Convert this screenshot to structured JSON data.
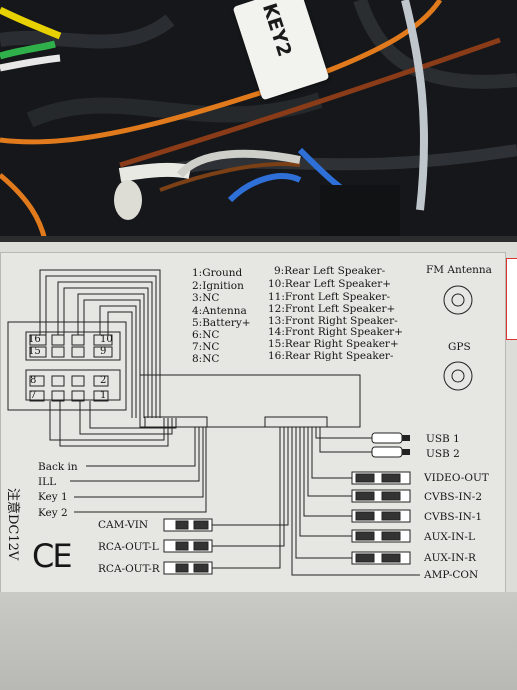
{
  "tag": {
    "text": "KEY2"
  },
  "pin_list": [
    "1:Ground",
    "2:Ignition",
    "3:NC",
    "4:Antenna",
    "5:Battery+",
    "6:NC",
    "7:NC",
    "8:NC",
    "9:Rear Left Speaker-",
    "10:Rear Left Speaker+",
    "11:Front Left Speaker-",
    "12:Front Left Speaker+",
    "13:Front Right Speaker-",
    "14:Front Right Speaker+",
    "15:Rear Right Speaker+",
    "16:Rear Right Speaker-"
  ],
  "connector_pins": [
    "16",
    "15",
    "8",
    "7",
    "10",
    "9",
    "2",
    "1"
  ],
  "right_labels": {
    "fm_antenna": "FM Antenna",
    "gps": "GPS",
    "usb1": "USB 1",
    "usb2": "USB 2",
    "video_out": "VIDEO-OUT",
    "cvbs_in_2": "CVBS-IN-2",
    "cvbs_in_1": "CVBS-IN-1",
    "aux_in_l": "AUX-IN-L",
    "aux_in_r": "AUX-IN-R",
    "amp_con": "AMP-CON"
  },
  "left_labels": {
    "back_in": "Back in",
    "ill": "ILL",
    "key1": "Key 1",
    "key2": "Key 2",
    "cam_vin": "CAM-VIN",
    "rca_out_l": "RCA-OUT-L",
    "rca_out_r": "RCA-OUT-R"
  },
  "voltage": "注意DC12V",
  "ce_mark": "CE"
}
